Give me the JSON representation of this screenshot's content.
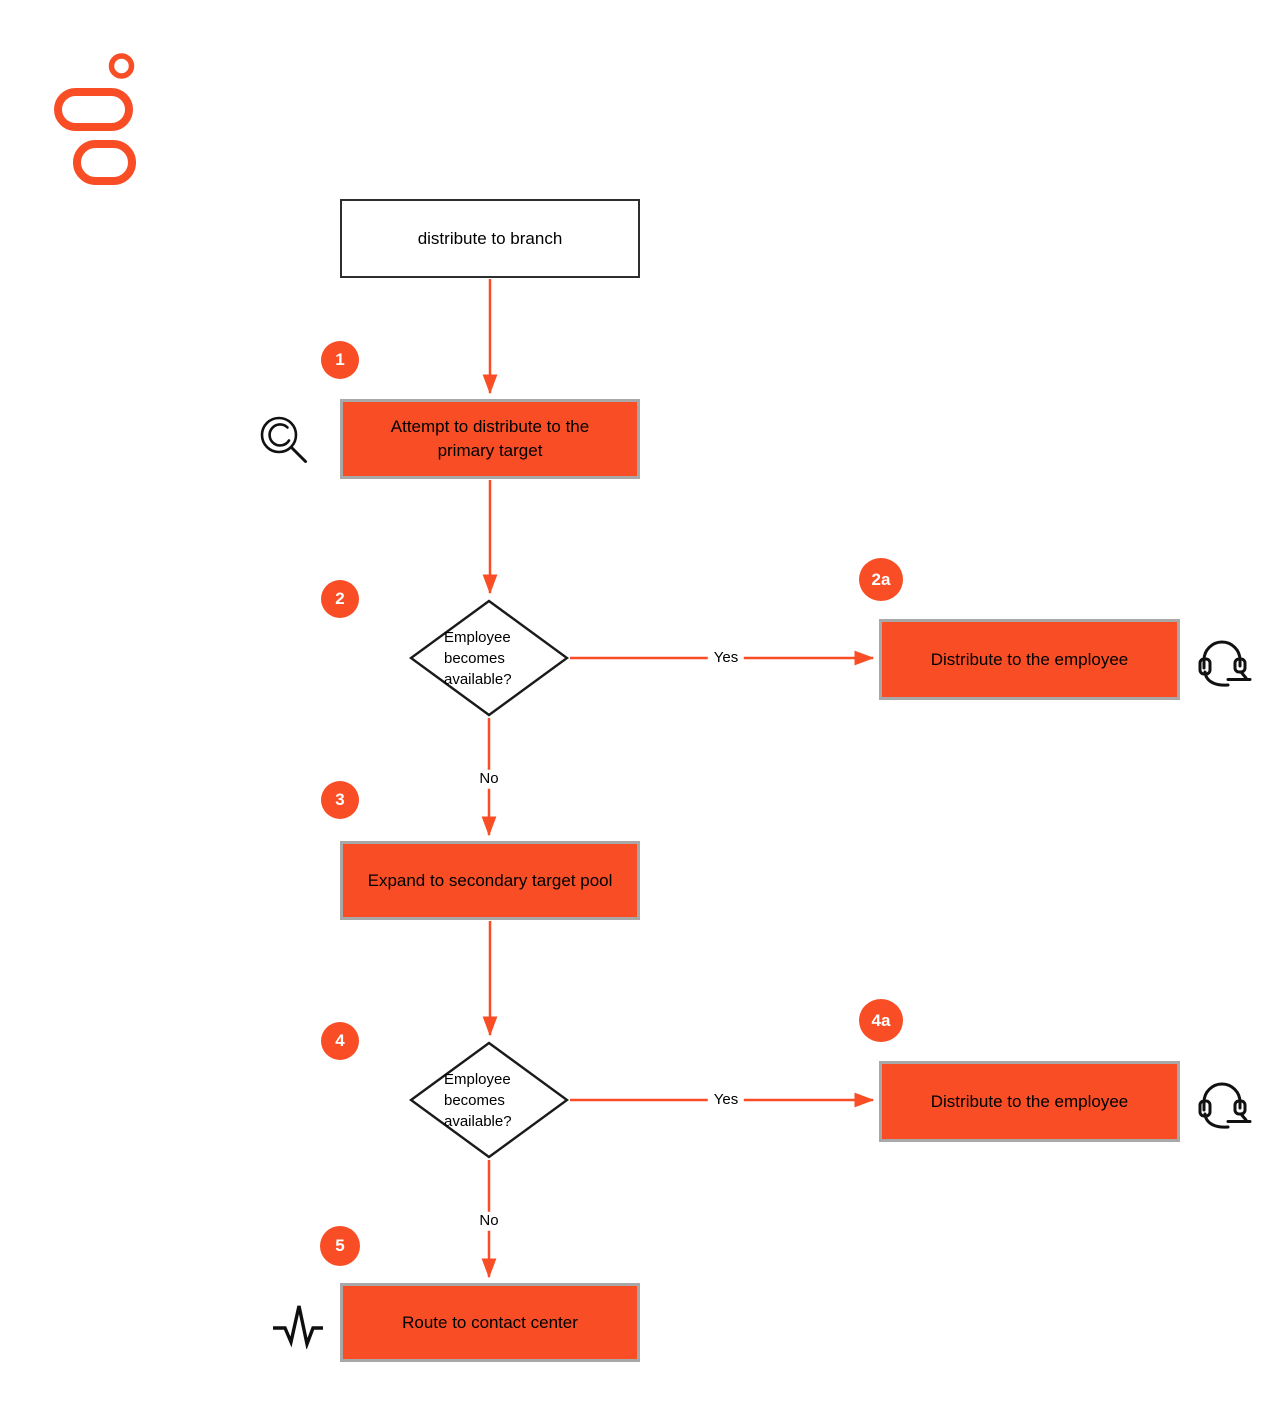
{
  "colors": {
    "accent_orange": "#F94D26",
    "box_border_gray": "#A8A8A8",
    "start_box_border": "#2E2E2E",
    "shape_outline": "#1A1A1A",
    "text": "#000000",
    "background": "#FFFFFF"
  },
  "logo": {
    "name": "genesys-logo"
  },
  "nodes": {
    "start": {
      "label": "distribute to branch"
    },
    "step1": {
      "badge": "1",
      "label": "Attempt to distribute to the primary target",
      "icon": "magnifying-glass-icon"
    },
    "decision2": {
      "badge": "2",
      "label": "Employee becomes available?"
    },
    "step2a": {
      "badge": "2a",
      "label": "Distribute to the employee",
      "icon": "headset-icon"
    },
    "step3": {
      "badge": "3",
      "label": "Expand to secondary target pool"
    },
    "decision4": {
      "badge": "4",
      "label": "Employee becomes available?"
    },
    "step4a": {
      "badge": "4a",
      "label": "Distribute to the employee",
      "icon": "headset-icon"
    },
    "step5": {
      "badge": "5",
      "label": "Route to contact center",
      "icon": "pulse-icon"
    }
  },
  "edges": {
    "yes": "Yes",
    "no": "No"
  }
}
